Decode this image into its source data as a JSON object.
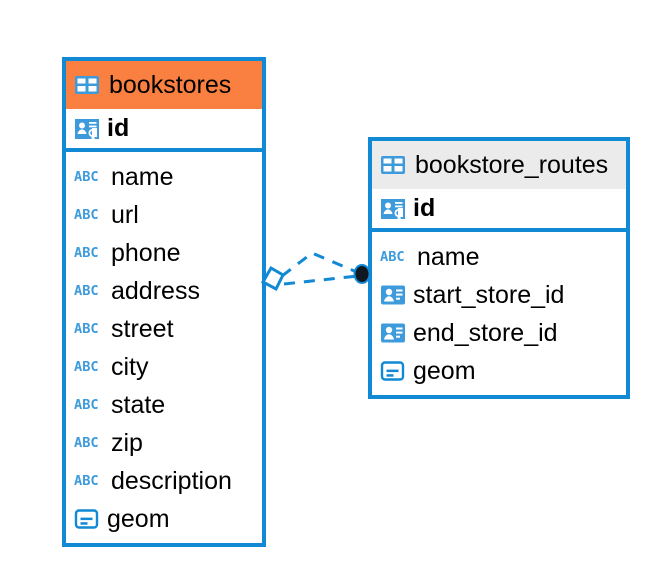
{
  "diagram": {
    "type": "entity-relationship-diagram",
    "background": "#ffffff",
    "accent_color": "#1189d4",
    "highlight_color": "#f98040",
    "header_grey": "#ebebeb",
    "icon_blue": "#3d9bdc"
  },
  "tables": [
    {
      "name": "bookstores",
      "header_style": "orange",
      "icon": "table-grid-icon",
      "primary_key": {
        "label": "id",
        "icon": "primary-key-icon"
      },
      "fields": [
        {
          "label": "name",
          "icon": "abc-text-icon",
          "type_glyph": "ABC"
        },
        {
          "label": "url",
          "icon": "abc-text-icon",
          "type_glyph": "ABC"
        },
        {
          "label": "phone",
          "icon": "abc-text-icon",
          "type_glyph": "ABC"
        },
        {
          "label": "address",
          "icon": "abc-text-icon",
          "type_glyph": "ABC"
        },
        {
          "label": "street",
          "icon": "abc-text-icon",
          "type_glyph": "ABC"
        },
        {
          "label": "city",
          "icon": "abc-text-icon",
          "type_glyph": "ABC"
        },
        {
          "label": "state",
          "icon": "abc-text-icon",
          "type_glyph": "ABC"
        },
        {
          "label": "zip",
          "icon": "abc-text-icon",
          "type_glyph": "ABC"
        },
        {
          "label": "description",
          "icon": "abc-text-icon",
          "type_glyph": "ABC"
        },
        {
          "label": "geom",
          "icon": "geometry-icon",
          "type_glyph": ""
        }
      ]
    },
    {
      "name": "bookstore_routes",
      "header_style": "grey",
      "icon": "table-grid-icon",
      "primary_key": {
        "label": "id",
        "icon": "primary-key-icon"
      },
      "fields": [
        {
          "label": "name",
          "icon": "abc-text-icon",
          "type_glyph": "ABC"
        },
        {
          "label": "start_store_id",
          "icon": "foreign-key-icon",
          "type_glyph": ""
        },
        {
          "label": "end_store_id",
          "icon": "foreign-key-icon",
          "type_glyph": ""
        },
        {
          "label": "geom",
          "icon": "geometry-icon",
          "type_glyph": ""
        }
      ]
    }
  ],
  "relationship": {
    "from_table": "bookstores",
    "to_table": "bookstore_routes",
    "line_style": "dashed",
    "source_marker": "diamond-marker",
    "target_marker": "filled-circle-marker",
    "color": "#1189d4"
  }
}
